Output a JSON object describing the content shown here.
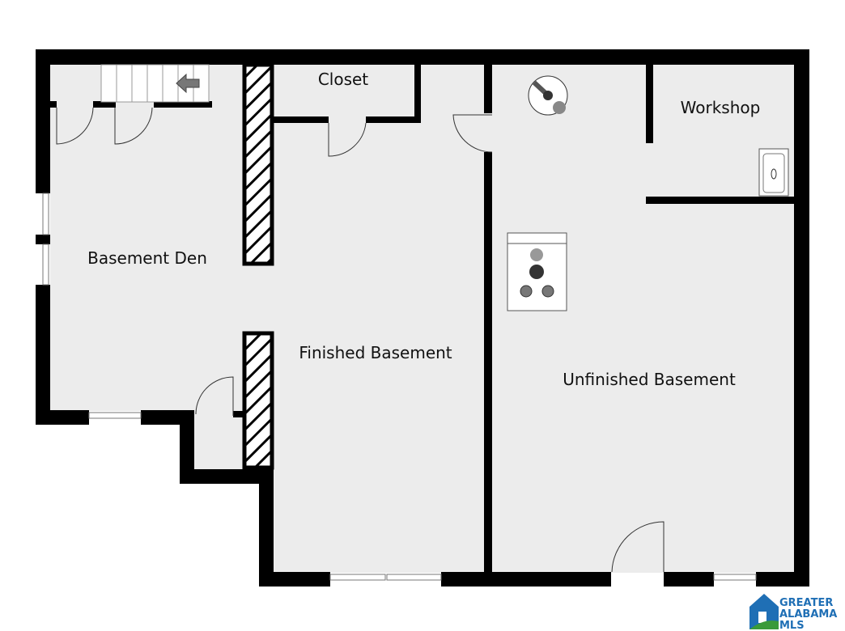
{
  "rooms": {
    "closet": "Closet",
    "workshop": "Workshop",
    "basement_den": "Basement Den",
    "finished_basement": "Finished Basement",
    "unfinished_basement": "Unfinished Basement"
  },
  "logo": {
    "line1": "GREATER",
    "line2": "ALABAMA",
    "line3": "MLS"
  },
  "colors": {
    "wall": "#000000",
    "floor": "#ececec",
    "logo_blue": "#1f6fb5",
    "logo_green": "#3a9a3a"
  },
  "icons": [
    "staircase-arrow-icon",
    "water-heater-icon",
    "furnace-icon",
    "utility-sink-icon"
  ]
}
